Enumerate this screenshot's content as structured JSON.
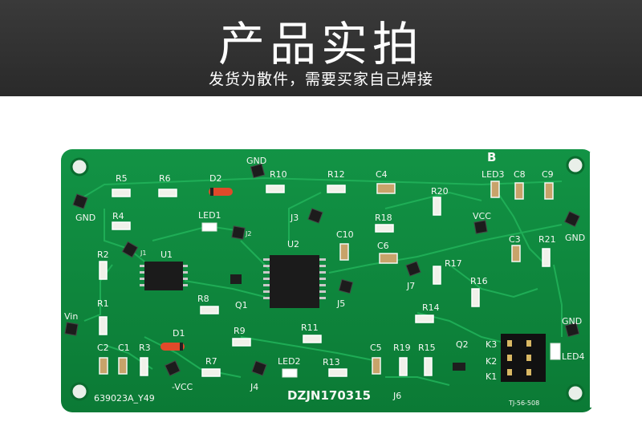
{
  "header": {
    "title": "产品实拍",
    "subtitle": "发货为散件，需要买家自己焊接"
  },
  "board": {
    "pcb_color": "#0e8a3e",
    "trace_color": "#1fae55",
    "silk_color": "#f4f7f2",
    "model_mark": "DZJN170315",
    "code_mark": "639023A_Y49",
    "tag_mark": "TJ-56-508",
    "labels": [
      "B",
      "GND",
      "GND",
      "GND",
      "GND",
      "Vin",
      "VCC",
      "-VCC",
      "R1",
      "R2",
      "R3",
      "R4",
      "R5",
      "R6",
      "R7",
      "R8",
      "R9",
      "R10",
      "R11",
      "R12",
      "R13",
      "R14",
      "R15",
      "R16",
      "R17",
      "R18",
      "R19",
      "R20",
      "R21",
      "C1",
      "C2",
      "C3",
      "C4",
      "C5",
      "C6",
      "C8",
      "C9",
      "C10",
      "D1",
      "D2",
      "LED1",
      "LED2",
      "LED3",
      "LED4",
      "U1",
      "U2",
      "Q1",
      "Q2",
      "J3",
      "J4",
      "J5",
      "J6",
      "J7",
      "K1",
      "K2",
      "K3",
      "J1",
      "J2"
    ]
  }
}
